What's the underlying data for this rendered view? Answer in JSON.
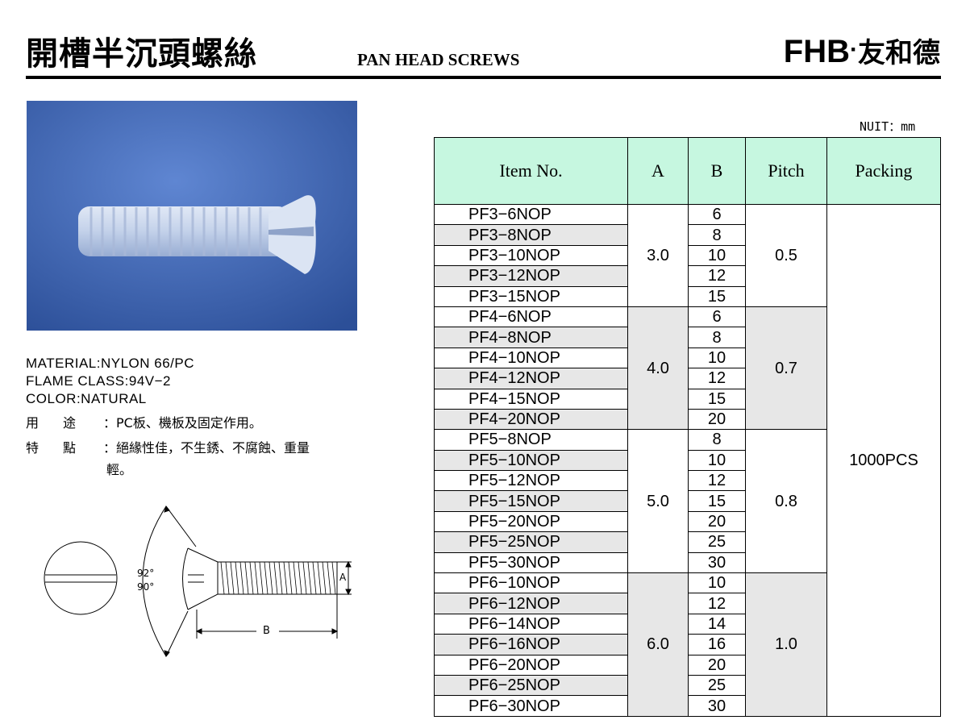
{
  "header": {
    "title_cn": "開槽半沉頭螺絲",
    "title_en": "PAN HEAD SCREWS",
    "brand_latin": "FHB",
    "brand_dot": "·",
    "brand_cn": "友和德"
  },
  "spec": {
    "material": "MATERIAL:NYLON 66/PC",
    "flame": "FLAME CLASS:94V−2",
    "color": "COLOR:NATURAL"
  },
  "usage": {
    "use_label": "用途",
    "use_value": "：PC板、機板及固定作用。",
    "feature_label": "特點",
    "feature_value": "：絕緣性佳，不生銹、不腐蝕、重量",
    "feature_value2": "輕。"
  },
  "diagram": {
    "angle_top": "92°",
    "angle_bottom": "90°",
    "dim_a": "A",
    "dim_b": "B"
  },
  "table": {
    "unit": "NUIT：mm",
    "headers": {
      "item": "Item No.",
      "a": "A",
      "b": "B",
      "pitch": "Pitch",
      "packing": "Packing"
    },
    "packing_value": "1000PCS",
    "groups": [
      {
        "a": "3.0",
        "pitch": "0.5",
        "shade": false,
        "rows": [
          {
            "item": "PF3−6NOP",
            "b": "6"
          },
          {
            "item": "PF3−8NOP",
            "b": "8"
          },
          {
            "item": "PF3−10NOP",
            "b": "10"
          },
          {
            "item": "PF3−12NOP",
            "b": "12"
          },
          {
            "item": "PF3−15NOP",
            "b": "15"
          }
        ]
      },
      {
        "a": "4.0",
        "pitch": "0.7",
        "shade": true,
        "rows": [
          {
            "item": "PF4−6NOP",
            "b": "6"
          },
          {
            "item": "PF4−8NOP",
            "b": "8"
          },
          {
            "item": "PF4−10NOP",
            "b": "10"
          },
          {
            "item": "PF4−12NOP",
            "b": "12"
          },
          {
            "item": "PF4−15NOP",
            "b": "15"
          },
          {
            "item": "PF4−20NOP",
            "b": "20"
          }
        ]
      },
      {
        "a": "5.0",
        "pitch": "0.8",
        "shade": false,
        "rows": [
          {
            "item": "PF5−8NOP",
            "b": "8"
          },
          {
            "item": "PF5−10NOP",
            "b": "10"
          },
          {
            "item": "PF5−12NOP",
            "b": "12"
          },
          {
            "item": "PF5−15NOP",
            "b": "15"
          },
          {
            "item": "PF5−20NOP",
            "b": "20"
          },
          {
            "item": "PF5−25NOP",
            "b": "25"
          },
          {
            "item": "PF5−30NOP",
            "b": "30"
          }
        ]
      },
      {
        "a": "6.0",
        "pitch": "1.0",
        "shade": true,
        "rows": [
          {
            "item": "PF6−10NOP",
            "b": "10"
          },
          {
            "item": "PF6−12NOP",
            "b": "12"
          },
          {
            "item": "PF6−14NOP",
            "b": "14"
          },
          {
            "item": "PF6−16NOP",
            "b": "16"
          },
          {
            "item": "PF6−20NOP",
            "b": "20"
          },
          {
            "item": "PF6−25NOP",
            "b": "25"
          },
          {
            "item": "PF6−30NOP",
            "b": "30"
          }
        ]
      }
    ]
  }
}
